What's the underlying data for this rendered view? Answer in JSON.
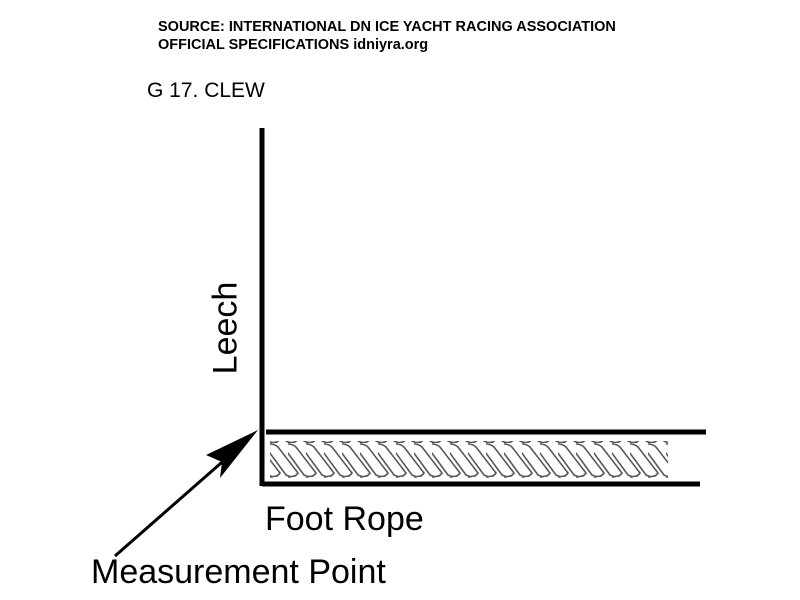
{
  "source": {
    "line1": "SOURCE: INTERNATIONAL DN ICE YACHT RACING ASSOCIATION",
    "line2": "OFFICIAL SPECIFICATIONS  idniyra.org"
  },
  "figure_title": "G 17. CLEW",
  "labels": {
    "leech": "Leech",
    "foot_rope": "Foot Rope",
    "measurement_point": "Measurement Point"
  }
}
